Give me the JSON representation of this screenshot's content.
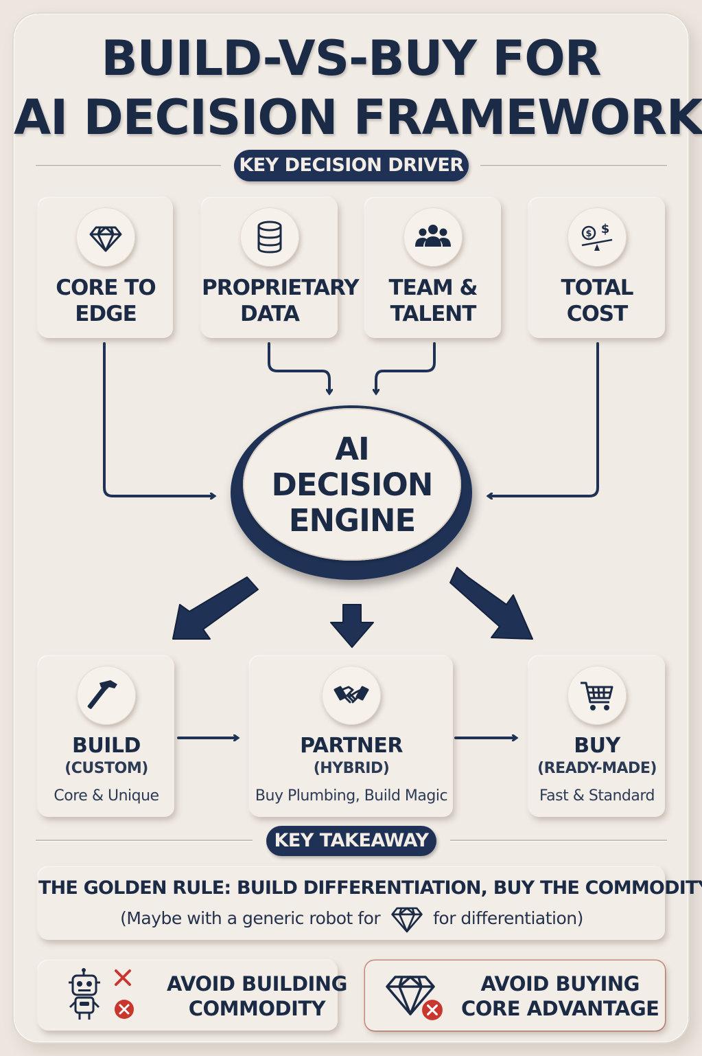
{
  "title": {
    "line1": "BUILD-VS-BUY FOR",
    "line2": "AI DECISION FRAMEWORK"
  },
  "drivers_section": {
    "label": "KEY DECISION DRIVER"
  },
  "drivers": [
    {
      "icon": "diamond-icon",
      "line1": "CORE TO",
      "line2": "EDGE"
    },
    {
      "icon": "database-icon",
      "line1": "PROPRIETARY",
      "line2": "DATA"
    },
    {
      "icon": "team-icon",
      "line1": "TEAM &",
      "line2": "TALENT"
    },
    {
      "icon": "cost-scale-icon",
      "line1": "TOTAL",
      "line2": "COST"
    }
  ],
  "engine": {
    "line1": "AI",
    "line2": "DECISION",
    "line3": "ENGINE"
  },
  "options": [
    {
      "icon": "hammer-icon",
      "title": "BUILD",
      "subtitle": "(CUSTOM)",
      "description": "Core & Unique"
    },
    {
      "icon": "handshake-icon",
      "title": "PARTNER",
      "subtitle": "(HYBRID)",
      "description": "Buy Plumbing, Build Magic"
    },
    {
      "icon": "cart-icon",
      "title": "BUY",
      "subtitle": "(READY-MADE)",
      "description": "Fast & Standard"
    }
  ],
  "takeaway_section": {
    "label": "KEY TAKEAWAY"
  },
  "golden_rule": {
    "headline": "THE GOLDEN RULE: BUILD DIFFERENTIATION, BUY THE COMMODITY.",
    "sub_before": "(Maybe with a generic robot for",
    "sub_after": "for differentiation)"
  },
  "avoid": [
    {
      "icon": "robot-icon",
      "line1": "AVOID BUILDING",
      "line2": "COMMODITY"
    },
    {
      "icon": "diamond-icon",
      "line1": "AVOID BUYING",
      "line2": "CORE ADVANTAGE"
    }
  ],
  "colors": {
    "navy": "#1f3256",
    "background": "#f1ebe5",
    "alert_red": "#c8362e"
  }
}
